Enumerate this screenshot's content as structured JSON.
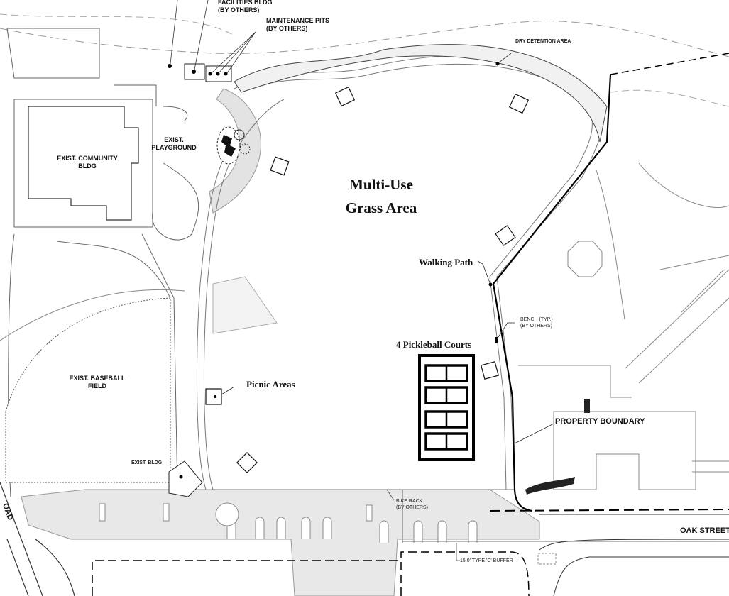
{
  "plan": {
    "main_area_label_line1": "Multi-Use",
    "main_area_label_line2": "Grass Area",
    "walking_path": "Walking Path",
    "pickleball": "4 Pickleball Courts",
    "picnic": "Picnic Areas",
    "property_boundary": "PROPERTY BOUNDARY",
    "oak_street": "OAK STREET",
    "road_partial": "OAD",
    "facilities_line1": "FACILITIES BLDG",
    "facilities_line2": "(BY OTHERS)",
    "pits_line1": "MAINTENANCE PITS",
    "pits_line2": "(BY OTHERS)",
    "dry_detention": "DRY DETENTION AREA",
    "playground_line1": "EXIST.",
    "playground_line2": "PLAYGROUND",
    "community_line1": "EXIST. COMMUNITY",
    "community_line2": "BLDG",
    "baseball_line1": "EXIST. BASEBALL",
    "baseball_line2": "FIELD",
    "exist_bldg": "EXIST. BLDG",
    "bench_line1": "BENCH (TYP.)",
    "bench_line2": "(BY OTHERS)",
    "bike_rack_line1": "BIKE RACK",
    "bike_rack_line2": "(BY OTHERS)",
    "buffer": "15.0' TYPE 'C' BUFFER"
  },
  "colors": {
    "line": "#333333",
    "paving": "#e6e6e6",
    "boundary": "#000000"
  }
}
